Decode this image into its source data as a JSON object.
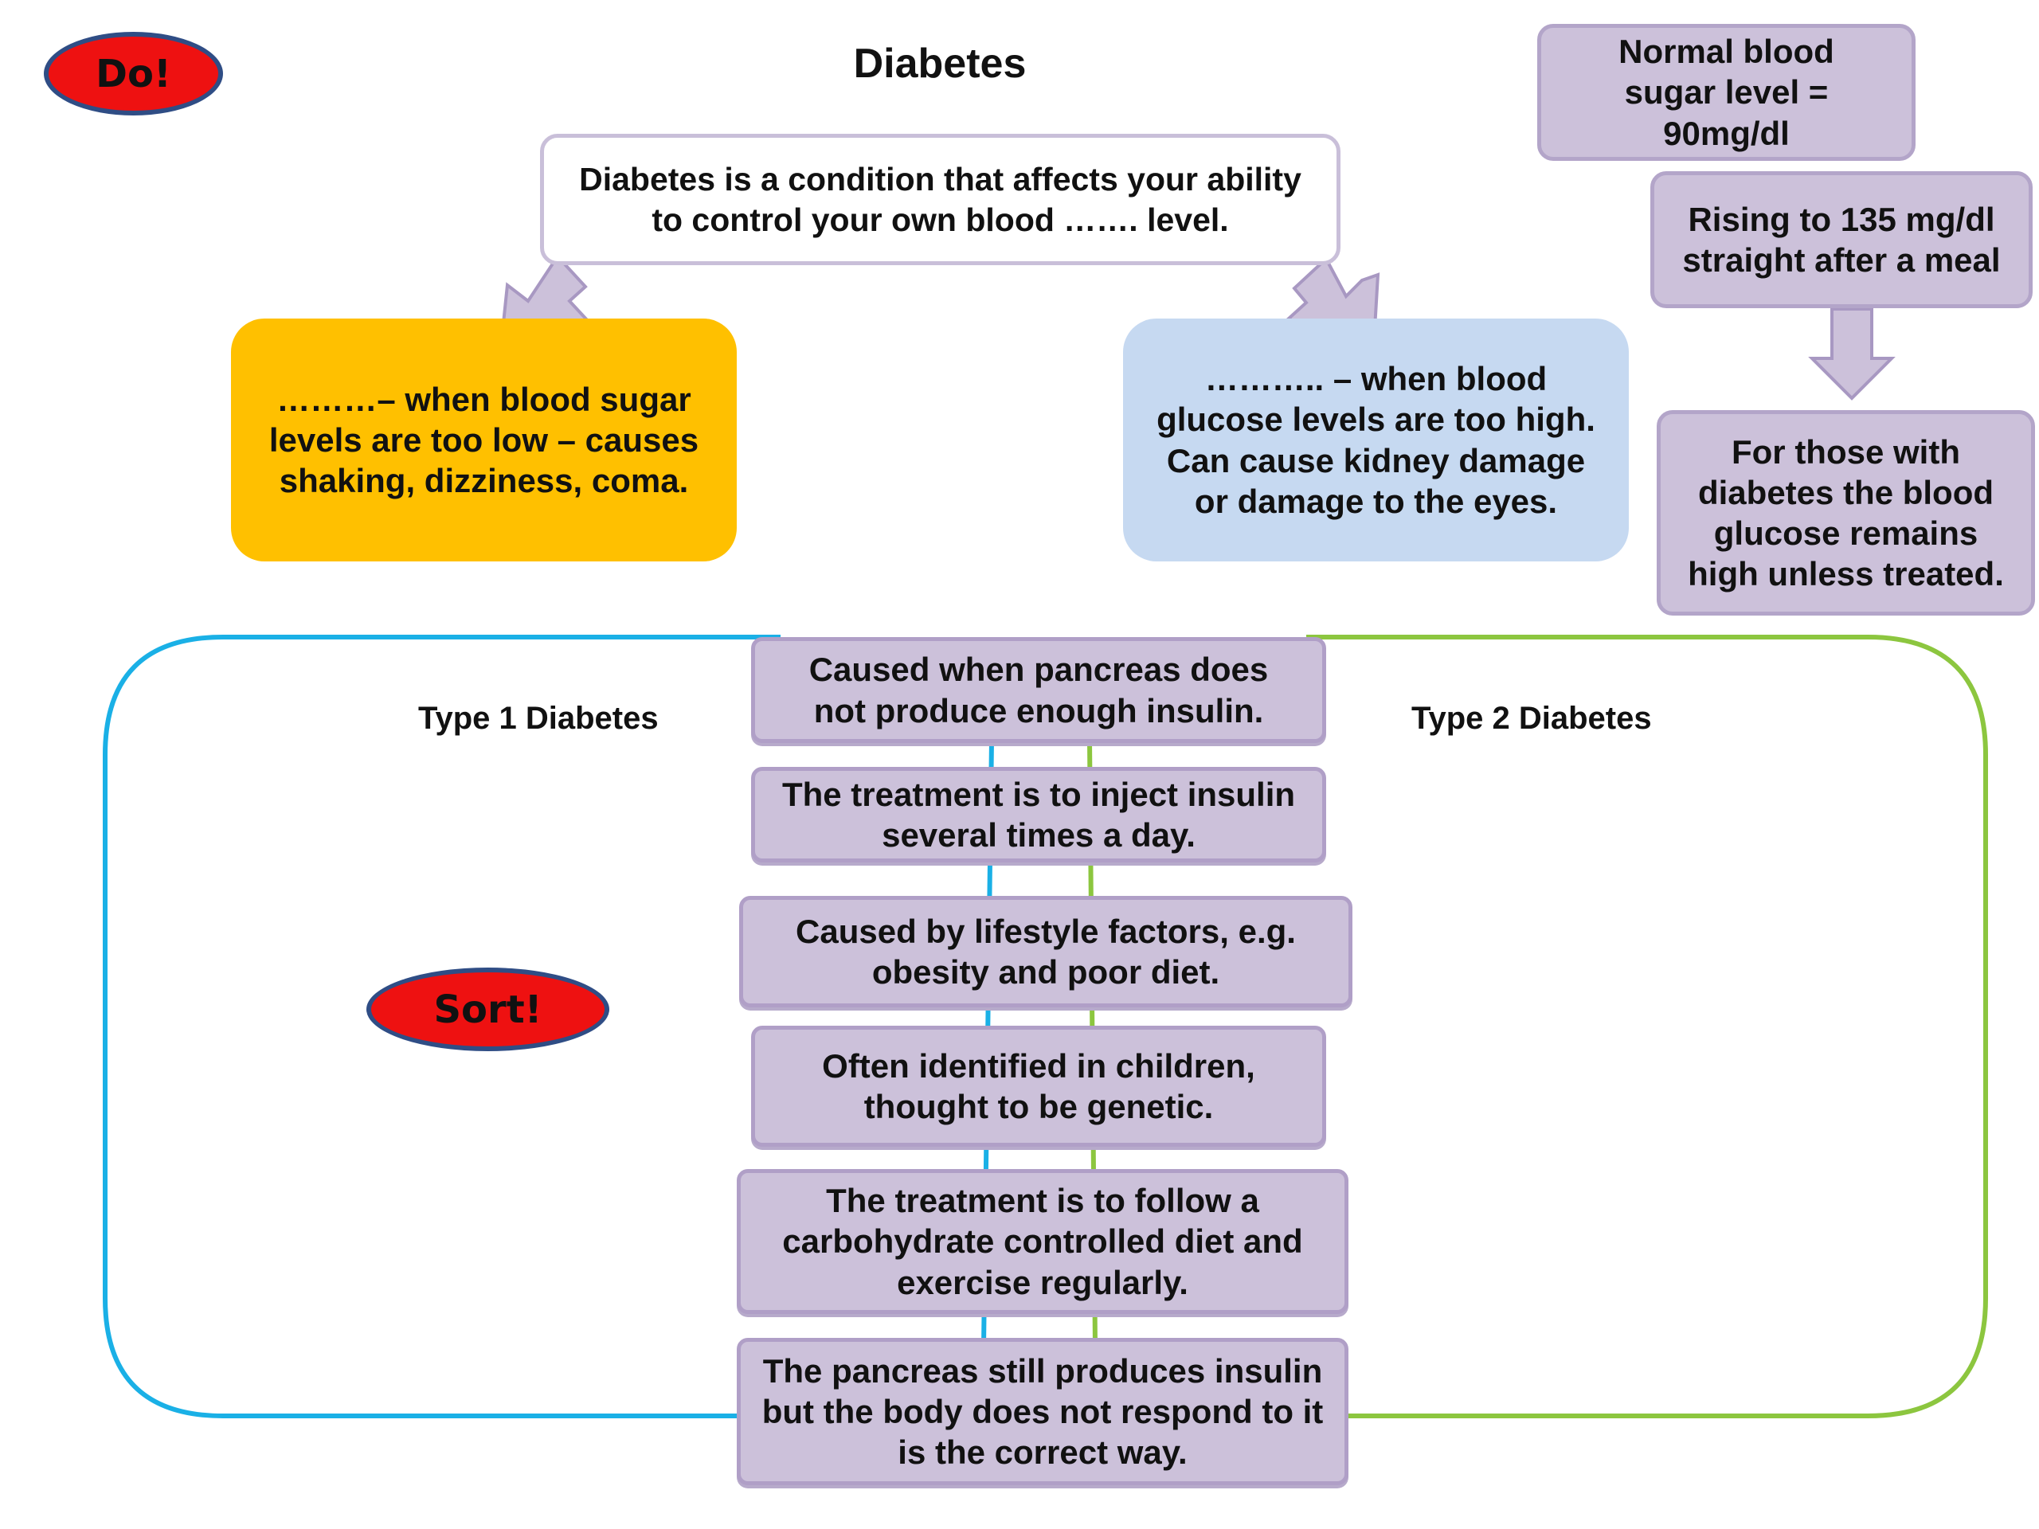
{
  "title": "Diabetes",
  "badges": {
    "do": "Do!",
    "sort": "Sort!"
  },
  "definition": "Diabetes is a condition that affects your ability to control your own blood ……. level.",
  "hypo": "………– when blood sugar levels are too low – causes shaking, dizziness, coma.",
  "hyper": "……….. – when blood glucose levels are too high. Can cause kidney damage or damage to the eyes.",
  "side_flow": [
    "Normal blood sugar level = 90mg/dl",
    "Rising to 135 mg/dl straight after a meal",
    "For those with diabetes the blood glucose remains high unless treated."
  ],
  "sort_area": {
    "type1_label": "Type 1 Diabetes",
    "type2_label": "Type 2 Diabetes",
    "cards": [
      "Caused when pancreas does not produce enough insulin.",
      "The treatment is to inject insulin several times a day.",
      "Caused by lifestyle factors, e.g. obesity and poor diet.",
      "Often identified in children, thought to be genetic.",
      "The treatment is to follow a carbohydrate controlled diet and exercise regularly.",
      "The pancreas still produces insulin but the body does not respond to it is the correct way."
    ]
  },
  "colors": {
    "type1_outline": "#1ab0e6",
    "type2_outline": "#8cc63f",
    "hypo_fill": "#ffc000",
    "hyper_fill": "#c6d9f1",
    "purple_fill": "#ccc1da",
    "badge_fill": "#ee1111"
  }
}
